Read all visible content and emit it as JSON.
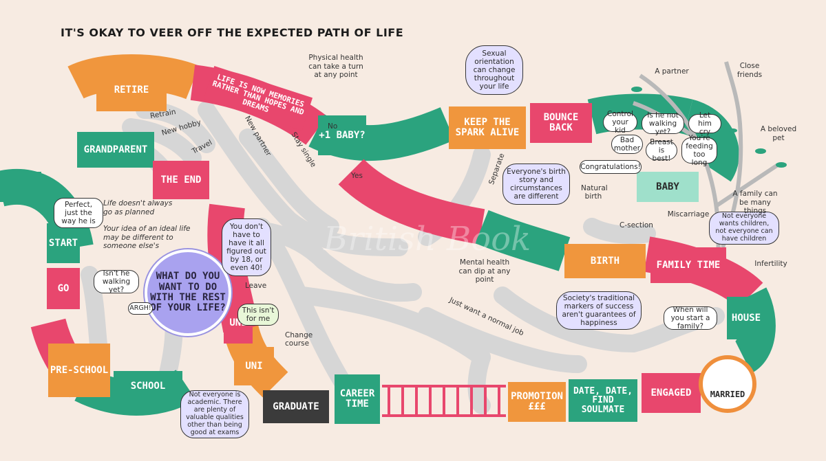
{
  "title": "It's okay to veer off the expected path of life",
  "colors": {
    "background": "#f7ebe2",
    "green": "#2ba37e",
    "pink": "#e8476d",
    "orange": "#f0963d",
    "grey": "#d9d9d9",
    "lavender": "#a9a2ef"
  },
  "tiles": {
    "retire": "RETIRE",
    "grandparent": "GRANDPARENT",
    "the_end": "THE END",
    "start": "START",
    "go": "GO",
    "preschool": "PRE-SCHOOL",
    "school": "SCHOOL",
    "uni1": "UNI",
    "uni2": "UNI",
    "graduate": "GRADUATE",
    "career_time": "CAREER TIME",
    "promotion": "PROMOTION £££",
    "date_date": "DATE, DATE, FIND SOULMATE",
    "engaged": "ENGAGED",
    "married": "MARRIED",
    "house": "HOUSE",
    "family_time": "FAMILY TIME",
    "birth": "BIRTH",
    "baby": "BABY",
    "bounce_back": "BOUNCE BACK",
    "keep_spark": "KEEP THE SPARK ALIVE",
    "plus_one_baby": "+1 BABY?",
    "memories": "LIFE IS NOW MEMORIES RATHER THAN HOPES AND DREAMS"
  },
  "center_question": "WHAT DO YOU WANT TO DO WITH THE REST OF YOUR LIFE?",
  "bubbles": {
    "perfect": "Perfect, just the way he is",
    "isnt_walking": "Isn't he walking yet?",
    "argh": "ARGH!",
    "this_isnt": "This isn't for me",
    "figured_out": "You don't have to have it all figured out by 18, or even 40!",
    "not_academic": "Not everyone is academic. There are plenty of valuable qualities other than being good at exams",
    "sexual_orientation": "Sexual orientation can change throughout your life",
    "birth_story": "Everyone's birth story and circumstances are different",
    "control_kid": "Control your kid",
    "is_he_walking": "Is he not walking yet?",
    "let_him_cry": "Let him cry",
    "bad_mother": "Bad mother",
    "breast_best": "Breast is best!",
    "feeding_long": "You're feeding too long",
    "congrats": "Congratulations!",
    "not_everyone_children": "Not everyone wants children, not everyone can have children",
    "society": "Society's traditional markers of success aren't guarantees of happiness",
    "when_family": "When will you start a family?"
  },
  "notes": {
    "physical": "Physical health can take a turn at any point",
    "mental": "Mental health can dip at any point",
    "doesnt_go": "Life doesn't always go as planned",
    "ideal_life": "Your idea of an ideal life may be different to someone else's",
    "a_partner": "A partner",
    "close_friends": "Close friends",
    "beloved_pet": "A beloved pet",
    "family_many": "A family can be many things",
    "miscarriage": "Miscarriage",
    "infertility": "Infertility"
  },
  "path_labels": {
    "retrain": "Retrain",
    "new_hobby": "New hobby",
    "travel": "Travel",
    "new_partner": "New partner",
    "stay_single": "Stay single",
    "separate": "Separate",
    "no": "No",
    "yes": "Yes",
    "leave": "Leave",
    "change_course": "Change course",
    "normal_job": "Just want a normal job",
    "c_section": "C-section",
    "natural_birth": "Natural birth"
  },
  "watermark": "British Book"
}
